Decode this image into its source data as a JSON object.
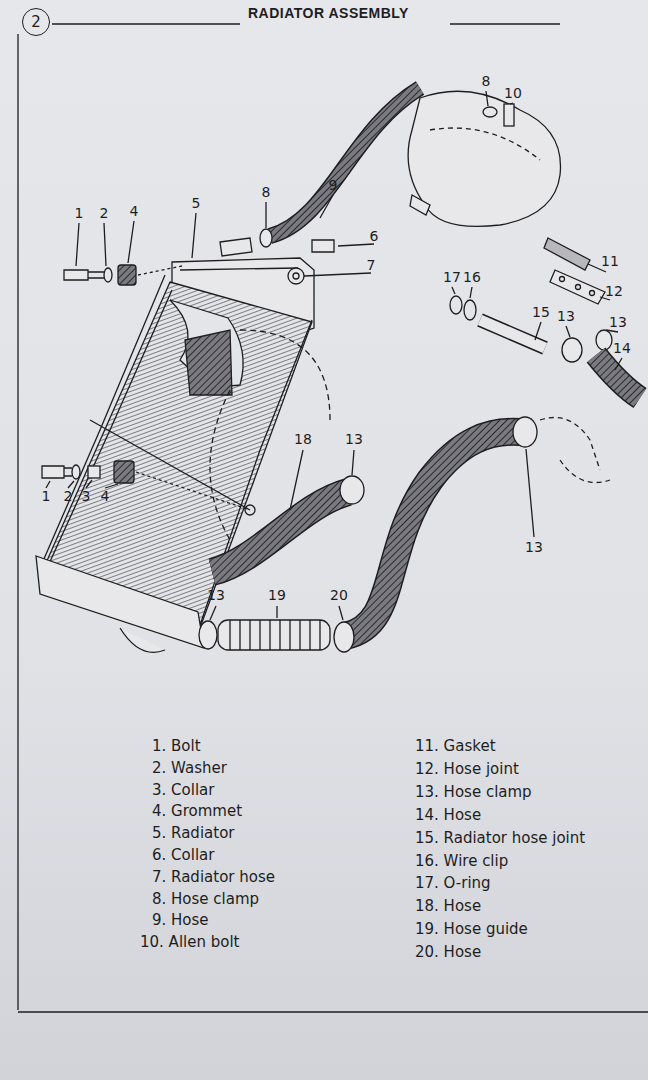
{
  "diagram": {
    "title": "RADIATOR ASSEMBLY",
    "nodes": [
      {
        "text": [
          "2"
        ]
      }
    ],
    "labels": [
      "1",
      "2",
      "4",
      "5",
      "8",
      "9",
      "8",
      "10",
      "6",
      "7",
      "17",
      "16",
      "11",
      "12",
      "15",
      "13",
      "13",
      "14",
      "18",
      "13",
      "1",
      "2",
      "3",
      "4",
      "13",
      "13",
      "19",
      "20",
      "1. Bolt",
      "2. Washer",
      "3. Collar",
      "4. Grommet",
      "5. Radiator",
      "6. Collar",
      "7. Radiator hose",
      "8. Hose clamp",
      "9. Hose",
      "10. Allen bolt",
      "11. Gasket",
      "12. Hose joint",
      "13. Hose clamp",
      "14. Hose",
      "15. Radiator hose joint",
      "16. Wire clip",
      "17. O-ring",
      "18. Hose",
      "19. Hose guide",
      "20. Hose"
    ]
  }
}
